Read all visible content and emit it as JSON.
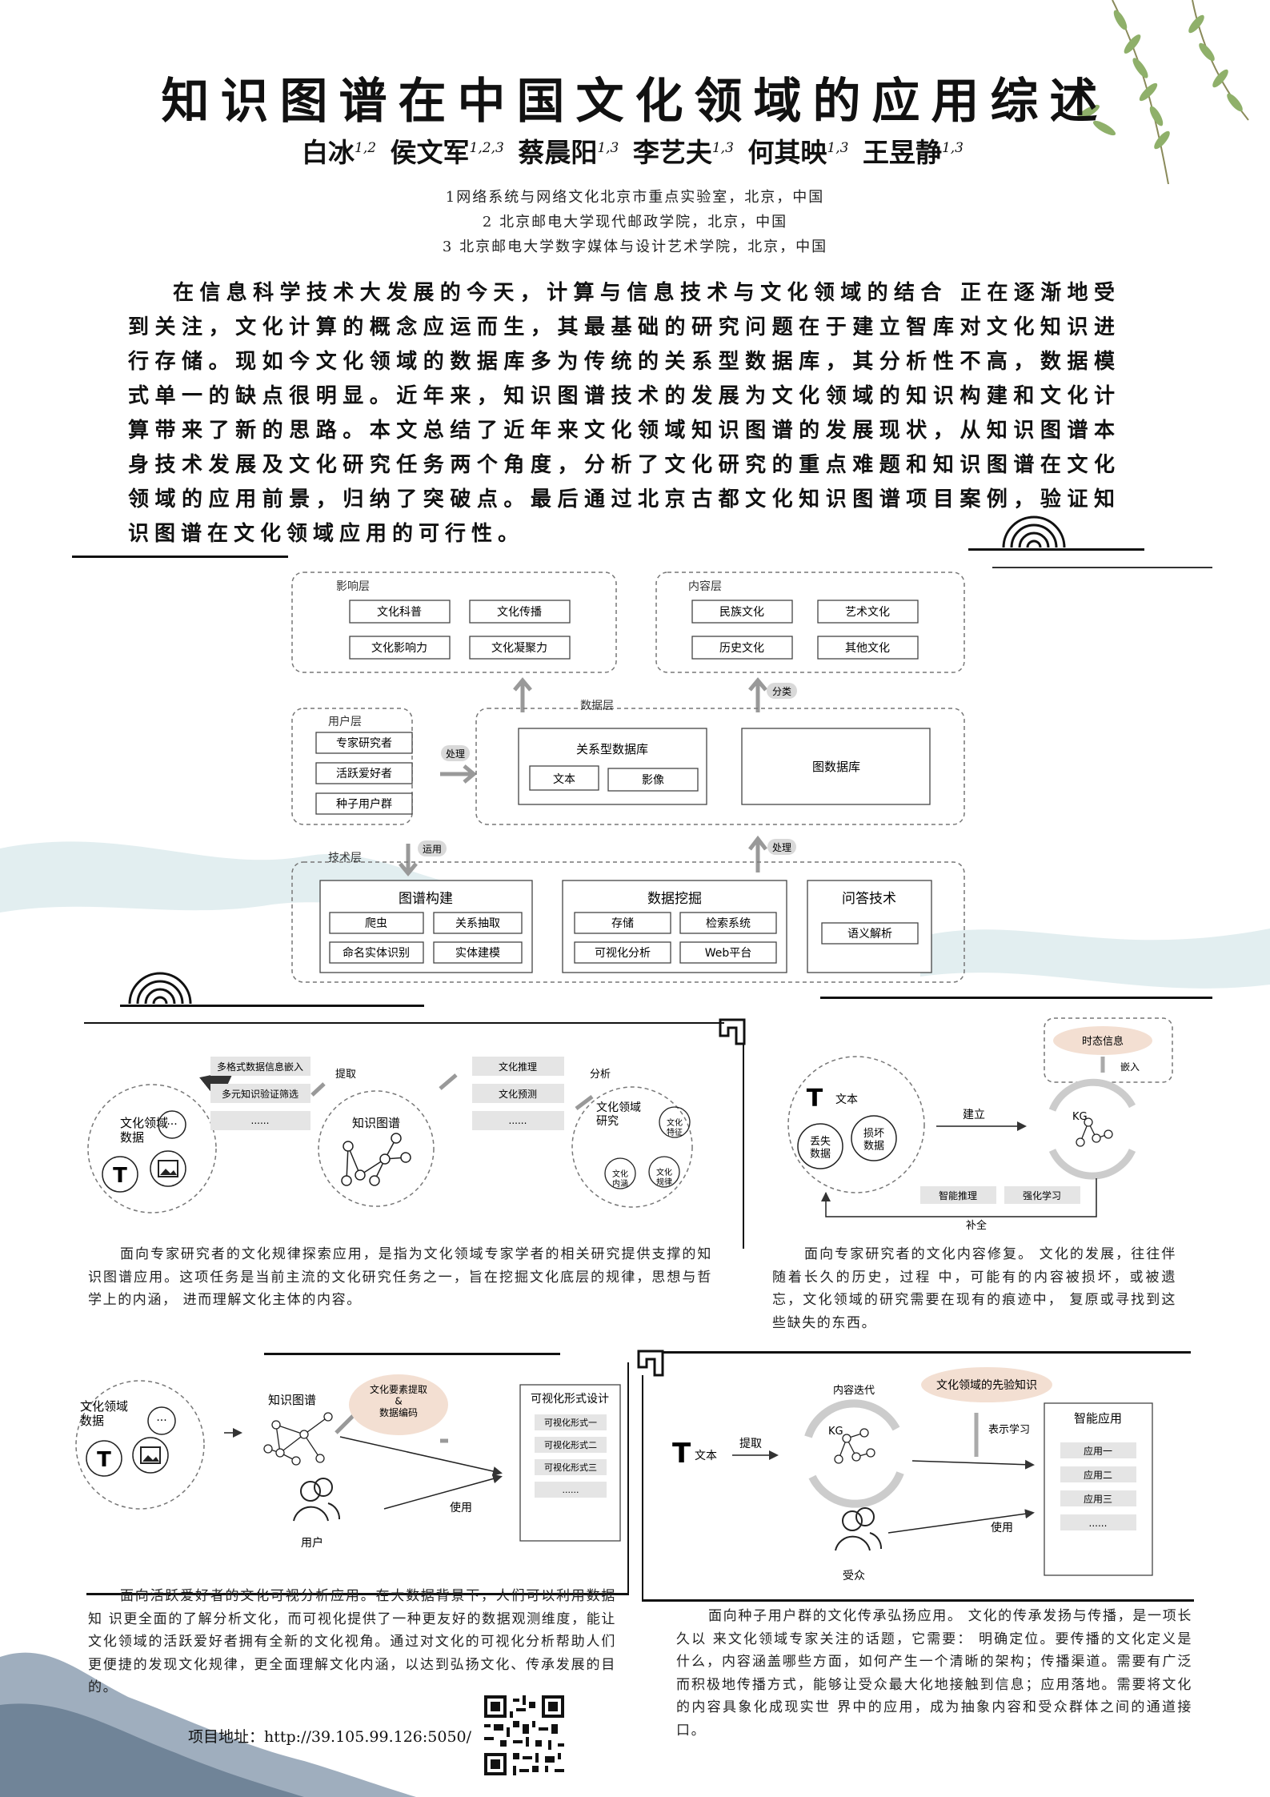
{
  "title": "知识图谱在中国文化领域的应用综述",
  "authors": [
    {
      "name": "白冰",
      "aff": "1,2"
    },
    {
      "name": "侯文军",
      "aff": "1,2,3"
    },
    {
      "name": "蔡晨阳",
      "aff": "1,3"
    },
    {
      "name": "李艺夫",
      "aff": "1,3"
    },
    {
      "name": "何其映",
      "aff": "1,3"
    },
    {
      "name": "王昱静",
      "aff": "1,3"
    }
  ],
  "affiliations": [
    "1网络系统与网络文化北京市重点实验室，北京，中国",
    "2 北京邮电大学现代邮政学院，北京，中国",
    "3 北京邮电大学数字媒体与设计艺术学院，北京，中国"
  ],
  "abstract": "在信息科学技术大发展的今天，计算与信息技术与文化领域的结合 正在逐渐地受到关注，文化计算的概念应运而生，其最基础的研究问题在于建立智库对文化知识进行存储。现如今文化领域的数据库多为传统的关系型数据库，其分析性不高，数据模式单一的缺点很明显。近年来，知识图谱技术的发展为文化领域的知识构建和文化计算带来了新的思路。本文总结了近年来文化领域知识图谱的发展现状，从知识图谱本身技术发展及文化研究任务两个角度，分析了文化研究的重点难题和知识图谱在文化领域的应用前景，归纳了突破点。最后通过北京古都文化知识图谱项目案例，验证知识图谱在文化领域应用的可行性。",
  "arch": {
    "impact": {
      "title": "影响层",
      "items": [
        "文化科普",
        "文化传播",
        "文化影响力",
        "文化凝聚力"
      ]
    },
    "content": {
      "title": "内容层",
      "items": [
        "民族文化",
        "艺术文化",
        "历史文化",
        "其他文化"
      ]
    },
    "user": {
      "title": "用户层",
      "items": [
        "专家研究者",
        "活跃爱好者",
        "种子用户群"
      ]
    },
    "data": {
      "title": "数据层",
      "rdb": "关系型数据库",
      "text": "文本",
      "image": "影像",
      "graphdb": "图数据库"
    },
    "tech": {
      "title": "技术层",
      "graph_build": {
        "title": "图谱构建",
        "items": [
          "爬虫",
          "关系抽取",
          "命名实体识别",
          "实体建模"
        ]
      },
      "mining": {
        "title": "数据挖掘",
        "items": [
          "存储",
          "检索系统",
          "可视化分析",
          "Web平台"
        ]
      },
      "qa": {
        "title": "问答技术",
        "items": [
          "语义解析"
        ]
      }
    },
    "arrows": {
      "process1": "处理",
      "classify": "分类",
      "apply": "运用",
      "process2": "处理"
    }
  },
  "fig1": {
    "domain_data": "文化领域\n数据",
    "ellipsis": "···",
    "boxes1": [
      "多格式数据信息嵌入",
      "多元知识验证筛选",
      "......"
    ],
    "extract": "提取",
    "kg": "知识图谱",
    "boxes2": [
      "文化推理",
      "文化预测",
      "......"
    ],
    "analyze": "分析",
    "research": "文化领域\n研究",
    "c1": "文化\n特征",
    "c2": "文化\n内涵",
    "c3": "文化\n规律",
    "caption": "面向专家研究者的文化规律探索应用，是指为文化领域专家学者的相关研究提供支撑的知识图谱应用。这项任务是当前主流的文化研究任务之一，旨在挖掘文化底层的规律，思想与哲学上的内涵， 进而理解文化主体的内容。"
  },
  "fig2": {
    "text": "文本",
    "lost": "丢失\n数据",
    "damaged": "损坏\n数据",
    "build": "建立",
    "temporal": "时态信息",
    "embed": "嵌入",
    "kg": "KG",
    "reasoning": "智能推理",
    "rl": "强化学习",
    "complement": "补全",
    "caption": "面向专家研究者的文化内容修复。 文化的发展，往往伴随着长久的历史，过程 中，可能有的内容被损坏，或被遗忘，文化领域的研究需要在现有的痕迹中， 复原或寻找到这些缺失的东西。"
  },
  "fig3": {
    "domain_data": "文化领域\n数据",
    "ellipsis": "···",
    "kg": "知识图谱",
    "extract": "文化要素提取\n&\n数据编码",
    "vis_title": "可视化形式设计",
    "vis_items": [
      "可视化形式一",
      "可视化形式二",
      "可视化形式三",
      "......"
    ],
    "use": "使用",
    "user": "用户",
    "caption": "面向活跃爱好者的文化可视分析应用。在大数据背景下，人们可以利用数据知 识更全面的了解分析文化，而可视化提供了一种更友好的数据观测维度，能让文化领域的活跃爱好者拥有全新的文化视角。通过对文化的可视化分析帮助人们更便捷的发现文化规律，更全面理解文化内涵，以达到弘扬文化、传承发展的目的。"
  },
  "fig4": {
    "text": "文本",
    "extract": "提取",
    "iterate": "内容迭代",
    "kg": "KG",
    "prior": "文化领域的先验知识",
    "repr": "表示学习",
    "app_title": "智能应用",
    "apps": [
      "应用一",
      "应用二",
      "应用三",
      "......"
    ],
    "use": "使用",
    "audience": "受众",
    "caption": "面向种子用户群的文化传承弘扬应用。 文化的传承发扬与传播，是一项长久以 来文化领域专家关注的话题，它需要： 明确定位。要传播的文化定义是什么，内容涵盖哪些方面，如何产生一个清晰的架构；传播渠道。需要有广泛而积极地传播方式，能够让受众最大化地接触到信息；应用落地。需要将文化的内容具象化成现实世 界中的应用，成为抽象内容和受众群体之间的通道接口。"
  },
  "footer": {
    "url": "项目地址：http://39.105.99.126:5050/"
  },
  "colors": {
    "accent": "#f3dfd2",
    "dash": "#777777",
    "box": "#444444",
    "wave": "#cfe3e6",
    "grey": "#d9d9d9"
  }
}
